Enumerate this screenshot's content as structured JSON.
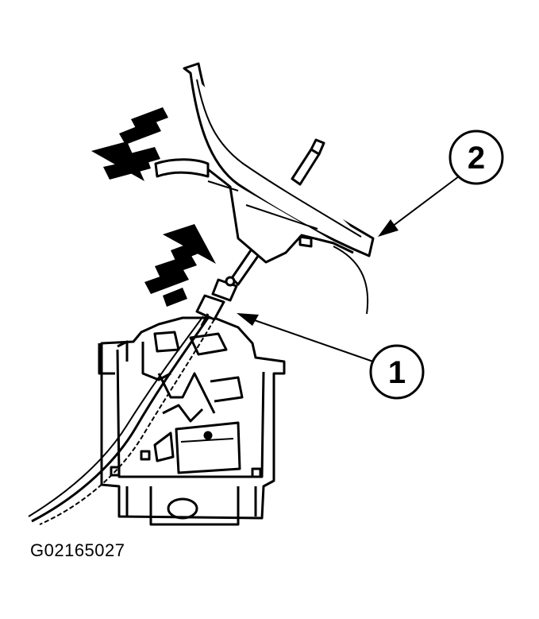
{
  "figure": {
    "id": "G02165027"
  },
  "callouts": [
    {
      "label": "1"
    },
    {
      "label": "2"
    }
  ],
  "colors": {
    "ink": "#000000",
    "paper": "#ffffff"
  }
}
